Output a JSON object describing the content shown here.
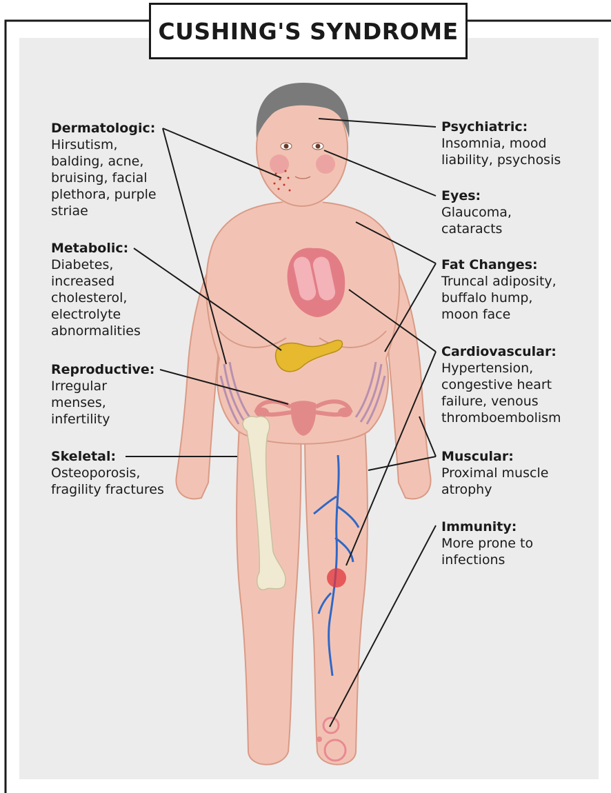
{
  "title": "CUSHING'S SYNDROME",
  "colors": {
    "panel": "#ececec",
    "skin": "#f2c3b4",
    "skin_outline": "#d99a86",
    "hair": "#7a7a7a",
    "vein": "#2f67c7",
    "bone": "#f0ead2",
    "pancreas": "#e6b92e",
    "heart": "#e27d86",
    "uterus": "#e28a8a",
    "striae": "#a984b0",
    "line": "#1a1a1a"
  },
  "labels": {
    "dermatologic": {
      "heading": "Dermatologic:",
      "body": "Hirsutism,\nbalding, acne,\nbruising, facial\nplethora, purple\nstriae"
    },
    "metabolic": {
      "heading": "Metabolic:",
      "body": "Diabetes,\nincreased\ncholesterol,\nelectrolyte\nabnormalities"
    },
    "reproductive": {
      "heading": "Reproductive:",
      "body": "Irregular\nmenses,\ninfertility"
    },
    "skeletal": {
      "heading": "Skeletal:",
      "body": "Osteoporosis,\nfragility fractures"
    },
    "psychiatric": {
      "heading": "Psychiatric:",
      "body": "Insomnia, mood\nliability, psychosis"
    },
    "eyes": {
      "heading": "Eyes:",
      "body": "Glaucoma,\ncataracts"
    },
    "fat_changes": {
      "heading": "Fat Changes:",
      "body": "Truncal adiposity,\nbuffalo hump,\nmoon face"
    },
    "cardiovascular": {
      "heading": "Cardiovascular:",
      "body": "Hypertension,\ncongestive heart\nfailure, venous\nthromboembolism"
    },
    "muscular": {
      "heading": "Muscular:",
      "body": "Proximal muscle\natrophy"
    },
    "immunity": {
      "heading": "Immunity:",
      "body": "More prone to\ninfections"
    }
  }
}
